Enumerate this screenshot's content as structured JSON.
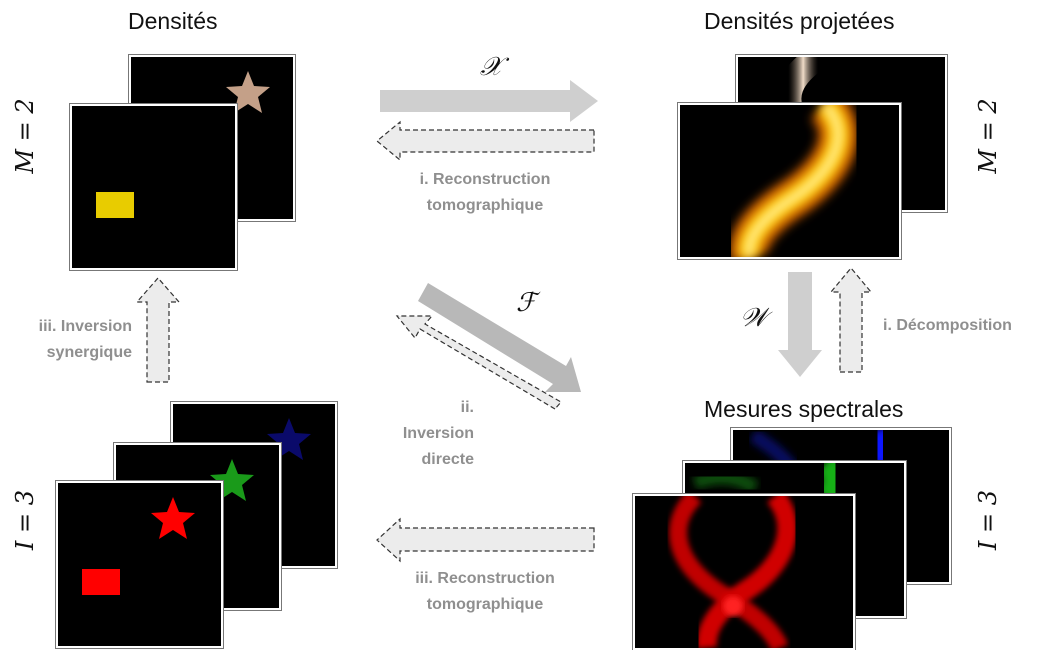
{
  "titles": {
    "top_left": "Densités",
    "top_right": "Densités projetées",
    "mid_right": "Mesures spectrales"
  },
  "side_labels": {
    "m_left": "M = 2",
    "m_right": "M = 2",
    "i_left": "I = 3",
    "i_right": "I = 3"
  },
  "operators": {
    "x": "𝒳",
    "f": "ℱ",
    "w": "𝒲"
  },
  "captions": {
    "recon_top_1": "i. Reconstruction",
    "recon_top_2": "tomographique",
    "decomp": "i. Décomposition",
    "inv_syn_1": "iii. Inversion",
    "inv_syn_2": "synergique",
    "inv_dir_1": "ii.",
    "inv_dir_2": "Inversion",
    "inv_dir_3": "directe",
    "recon_bot_1": "iii. Reconstruction",
    "recon_bot_2": "tomographique"
  },
  "colors": {
    "arrow_solid": "#cfcfcf",
    "arrow_diag": "#b8b8b8",
    "arrow_dashed_fill": "#ececec",
    "caption_gray": "#8f8f8f",
    "star_top": "#c4a088",
    "rect_yellow": "#e8cc00",
    "red": "#ff0000",
    "green": "#1a9a1a",
    "blue": "#0a0a6a"
  }
}
